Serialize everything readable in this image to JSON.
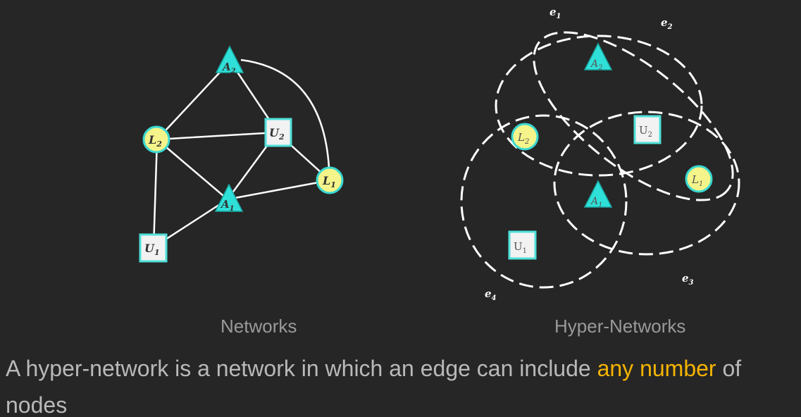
{
  "colors": {
    "background": "#262626",
    "caption": "#9a9a9a",
    "statement_text": "#b9b9b9",
    "highlight": "#f5b400",
    "triangle_fill": "#2fe0d8",
    "circle_fill": "#f4f48a",
    "square_stroke": "#4fe0d8",
    "edge": "#ffffff"
  },
  "network": {
    "caption": "Networks",
    "nodes": {
      "A2": {
        "letter": "A",
        "sub": "2",
        "shape": "triangle"
      },
      "L2": {
        "letter": "L",
        "sub": "2",
        "shape": "circle"
      },
      "U2": {
        "letter": "U",
        "sub": "2",
        "shape": "square"
      },
      "L1": {
        "letter": "L",
        "sub": "1",
        "shape": "circle"
      },
      "A1": {
        "letter": "A",
        "sub": "1",
        "shape": "triangle"
      },
      "U1": {
        "letter": "U",
        "sub": "1",
        "shape": "square"
      }
    },
    "edges": [
      [
        "A2",
        "L2"
      ],
      [
        "A2",
        "U2"
      ],
      [
        "A2",
        "L1"
      ],
      [
        "L2",
        "U2"
      ],
      [
        "L2",
        "A1"
      ],
      [
        "L2",
        "U1"
      ],
      [
        "U2",
        "A1"
      ],
      [
        "U2",
        "L1"
      ],
      [
        "A1",
        "L1"
      ],
      [
        "A1",
        "U1"
      ]
    ]
  },
  "hypernetwork": {
    "caption": "Hyper-Networks",
    "nodes": {
      "A2": {
        "letter": "A",
        "sub": "2",
        "shape": "triangle"
      },
      "L2": {
        "letter": "L",
        "sub": "2",
        "shape": "circle"
      },
      "U2": {
        "letter": "U",
        "sub": "2",
        "shape": "square"
      },
      "L1": {
        "letter": "L",
        "sub": "1",
        "shape": "circle"
      },
      "A1": {
        "letter": "A",
        "sub": "1",
        "shape": "triangle"
      },
      "U1": {
        "letter": "U",
        "sub": "1",
        "shape": "square"
      }
    },
    "hyperedges": {
      "e1": {
        "letter": "e",
        "sub": "1"
      },
      "e2": {
        "letter": "e",
        "sub": "2"
      },
      "e3": {
        "letter": "e",
        "sub": "3"
      },
      "e4": {
        "letter": "e",
        "sub": "4"
      }
    }
  },
  "statement": {
    "before": " A hyper-network is a network in which an edge can include ",
    "highlight": "any number",
    "after": " of nodes"
  }
}
